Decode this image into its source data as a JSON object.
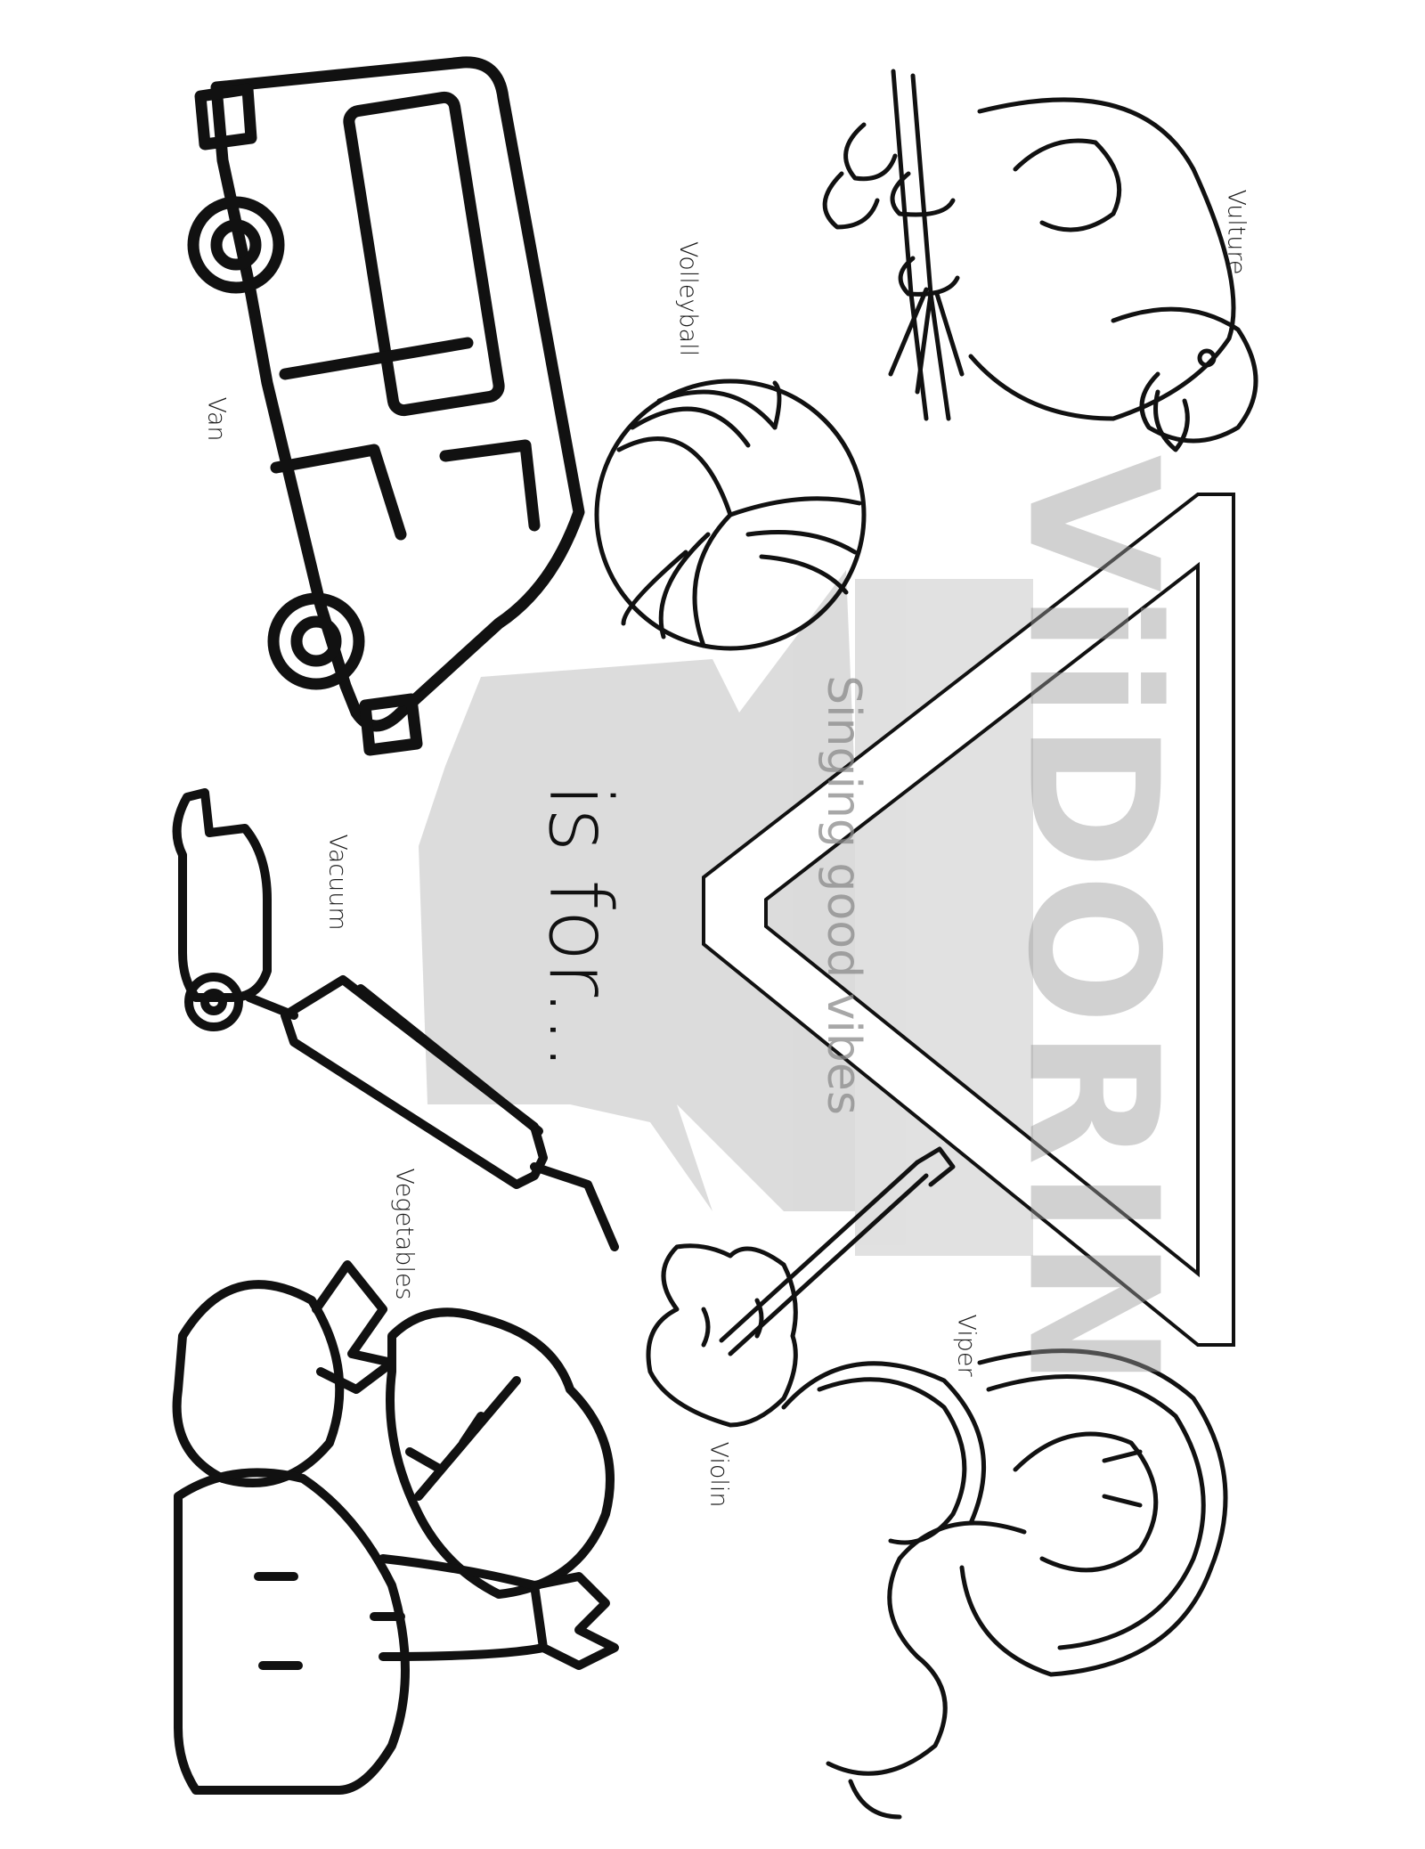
{
  "heading": {
    "text": "is for..."
  },
  "stamp": {
    "brand": "ViiDORIN",
    "tagline": "Singing good vibes"
  },
  "labels": {
    "van": "Van",
    "volleyball": "Volleyball",
    "vulture": "Vulture",
    "vacuum": "Vacuum",
    "vegetables": "Vegetables",
    "violin": "Violin",
    "viper": "Viper"
  },
  "icons": [
    "letter-v-outline",
    "van",
    "vulture",
    "volleyball",
    "vacuum",
    "vegetables",
    "violin",
    "viper",
    "stamp-logo"
  ],
  "colors": {
    "ink": "#111111",
    "stamp": "#9a9a9a",
    "paper": "#ffffff"
  }
}
